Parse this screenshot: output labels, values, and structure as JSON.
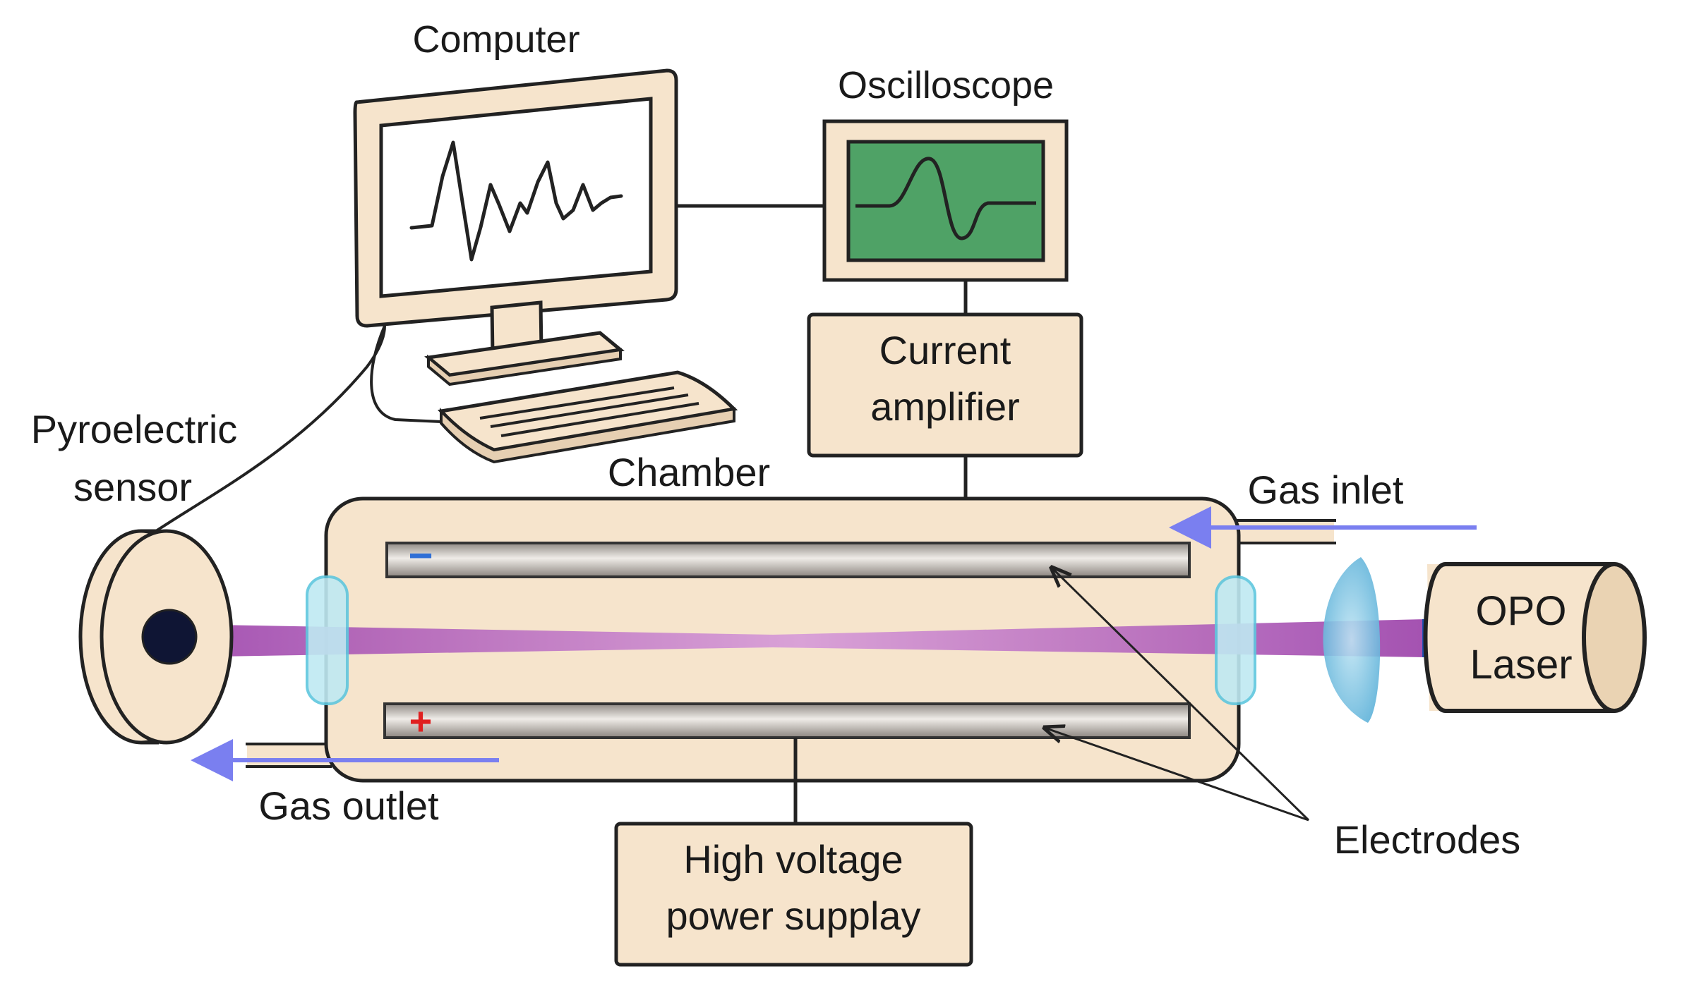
{
  "labels": {
    "computer": "Computer",
    "oscilloscope": "Oscilloscope",
    "current_amplifier": [
      "Current",
      "amplifier"
    ],
    "pyroelectric_sensor": [
      "Pyroelectric",
      "sensor"
    ],
    "chamber": "Chamber",
    "gas_inlet": "Gas inlet",
    "gas_outlet": "Gas outlet",
    "opo_laser": [
      "OPO",
      "Laser"
    ],
    "electrodes": "Electrodes",
    "high_voltage": [
      "High voltage",
      "power supplay"
    ],
    "negative_sign": "−",
    "positive_sign": "+"
  },
  "colors": {
    "device_fill": "#f6e4cc",
    "outline": "#222222",
    "screen_green": "#4fa266",
    "laser_beam": "#a94fb5",
    "gas_arrow": "#7a7ff0",
    "window_glass": "#bfe9f2",
    "lens": "#78c0e0",
    "electrode": "#b3aca5",
    "negative": "#2f6fd6",
    "positive": "#e02020"
  }
}
